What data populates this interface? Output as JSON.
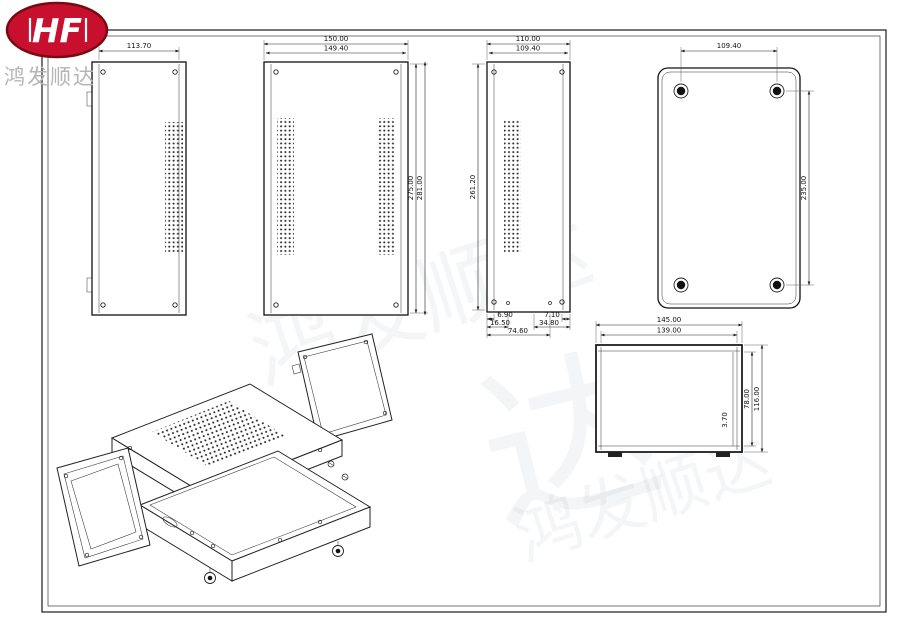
{
  "logo": {
    "monogram": "HF",
    "company": "鸿发顺达"
  },
  "watermark": {
    "text": "鸿发顺达",
    "glyph": "达"
  },
  "dims": {
    "v1_w": "113.70",
    "v2_w_outer": "150.00",
    "v2_w_inner": "149.40",
    "v2_h_inner": "275.00",
    "v2_h_outer": "281.00",
    "v3_w_outer": "110.00",
    "v3_w_inner": "109.40",
    "v3_h": "261.20",
    "v3_b_left1": "6.90",
    "v3_b_left2": "16.50",
    "v3_b_left3": "74.60",
    "v3_b_right1": "7.10",
    "v3_b_right2": "34.80",
    "v4_w": "109.40",
    "v4_h": "235.00",
    "v5_w_inner": "139.00",
    "v5_w_outer": "145.00",
    "v5_h_inner": "78.00",
    "v5_h_outer": "116.00",
    "v5_thickness": "3.70"
  }
}
